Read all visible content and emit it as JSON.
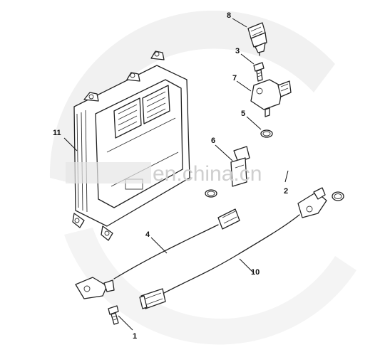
{
  "watermark": {
    "text": "en.china.cn"
  },
  "callouts": {
    "c1": "1",
    "c2": "2",
    "c3": "3",
    "c4": "4",
    "c5": "5",
    "c6": "6",
    "c7": "7",
    "c8": "8",
    "c10": "10",
    "c11": "11"
  },
  "colors": {
    "line": "#222222",
    "background": "#ffffff",
    "watermark": "#cfcfcf",
    "arc": "#f1f1f1"
  }
}
